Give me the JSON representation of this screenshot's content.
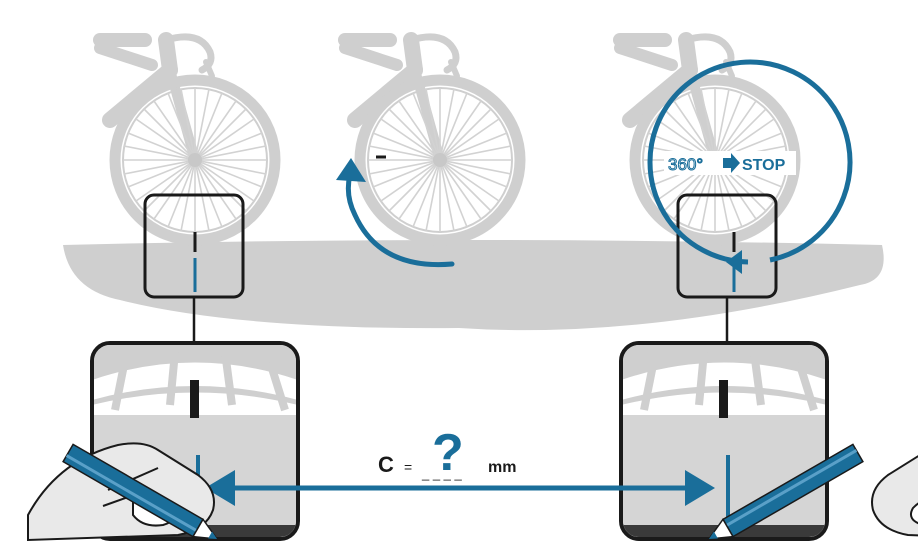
{
  "labels": {
    "rotation": "360°",
    "stop": "STOP",
    "circumference_symbol": "C",
    "equals": "=",
    "unknown": "?",
    "blank": "_ _ _ _",
    "unit": "mm"
  },
  "colors": {
    "accent_blue": "#1a6e9a",
    "bike_gray": "#cfcfcf",
    "ground_gray": "#cfcfcf",
    "frame_dark": "#1a1a1a"
  },
  "icons": {
    "bicycle": "bicycle-front-icon",
    "arrow": "curved-arrow-icon",
    "hand": "hand-with-pen-icon"
  }
}
